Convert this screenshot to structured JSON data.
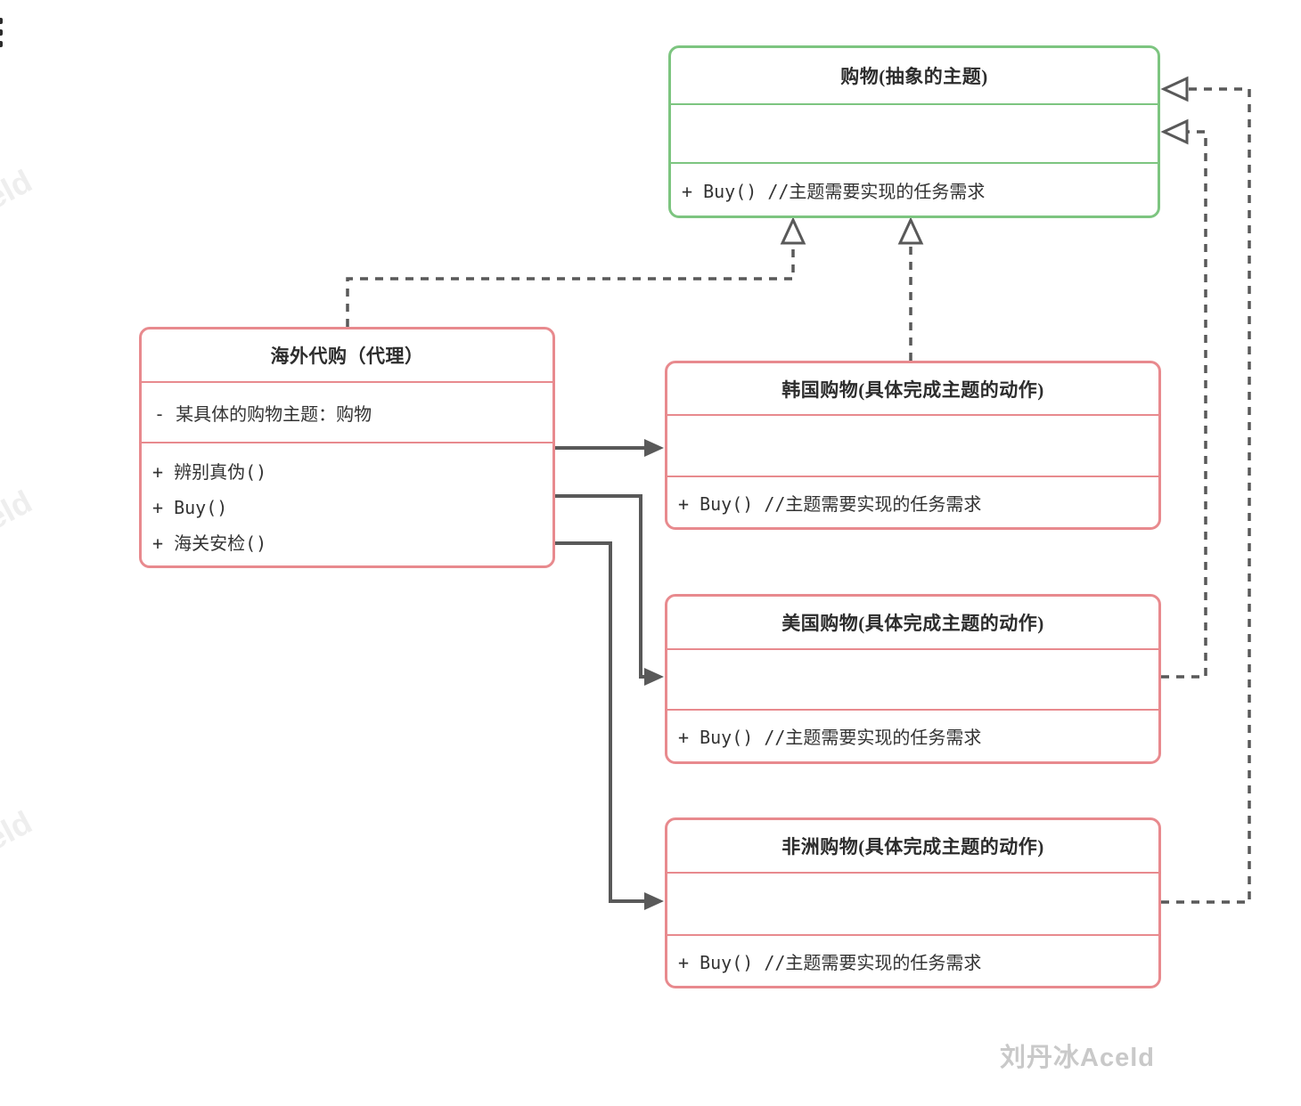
{
  "page": {
    "menu_icon": "kebab-menu-dots",
    "watermark_signature": "刘丹冰Aceld",
    "watermark_tile": "eld"
  },
  "colors": {
    "abstract_border": "#7dc580",
    "concrete_border": "#e88a8e",
    "connector": "#595959",
    "text": "#333333",
    "watermark": "#c9c9c9"
  },
  "classes": {
    "abstract_subject": {
      "title": "购物(抽象的主题)",
      "methods": [
        "+ Buy() //主题需要实现的任务需求"
      ]
    },
    "proxy": {
      "title": "海外代购（代理）",
      "attributes": [
        "- 某具体的购物主题：购物"
      ],
      "methods": [
        "+ 辨别真伪()",
        "+ Buy()",
        "+ 海关安检()"
      ]
    },
    "korea": {
      "title": "韩国购物(具体完成主题的动作)",
      "methods": [
        "+ Buy() //主题需要实现的任务需求"
      ]
    },
    "usa": {
      "title": "美国购物(具体完成主题的动作)",
      "methods": [
        "+ Buy() //主题需要实现的任务需求"
      ]
    },
    "africa": {
      "title": "非洲购物(具体完成主题的动作)",
      "methods": [
        "+ Buy() //主题需要实现的任务需求"
      ]
    }
  },
  "relations": [
    {
      "type": "realization",
      "from": "proxy",
      "to": "abstract_subject"
    },
    {
      "type": "realization",
      "from": "korea",
      "to": "abstract_subject"
    },
    {
      "type": "dependency",
      "from": "usa",
      "to": "abstract_subject"
    },
    {
      "type": "dependency",
      "from": "africa",
      "to": "abstract_subject"
    },
    {
      "type": "association",
      "from": "proxy",
      "to": "korea"
    },
    {
      "type": "association",
      "from": "proxy",
      "to": "usa"
    },
    {
      "type": "association",
      "from": "proxy",
      "to": "africa"
    }
  ]
}
